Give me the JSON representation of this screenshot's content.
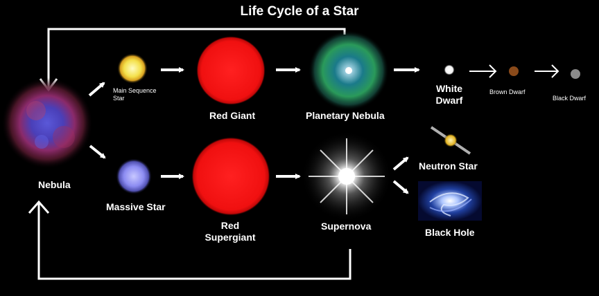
{
  "title": "Life Cycle of a Star",
  "nodes": {
    "nebula": "Nebula",
    "main_sequence_star_line1": "Main Sequence",
    "main_sequence_star_line2": "Star",
    "massive_star": "Massive Star",
    "red_giant": "Red Giant",
    "red_supergiant_line1": "Red",
    "red_supergiant_line2": "Supergiant",
    "planetary_nebula": "Planetary Nebula",
    "supernova": "Supernova",
    "white_dwarf_line1": "White",
    "white_dwarf_line2": "Dwarf",
    "brown_dwarf": "Brown Dwarf",
    "black_dwarf": "Black Dwarf",
    "neutron_star": "Neutron Star",
    "black_hole": "Black Hole"
  },
  "colors": {
    "background": "#000000",
    "text": "#ffffff",
    "arrow": "#ffffff",
    "main_sequence_star": "#f4e04a",
    "massive_star": "#8c8cf2",
    "red_giant": "#ff1010",
    "red_supergiant": "#ff1010",
    "brown_dwarf": "#8a4a1a",
    "black_dwarf": "#8a8a8a"
  }
}
